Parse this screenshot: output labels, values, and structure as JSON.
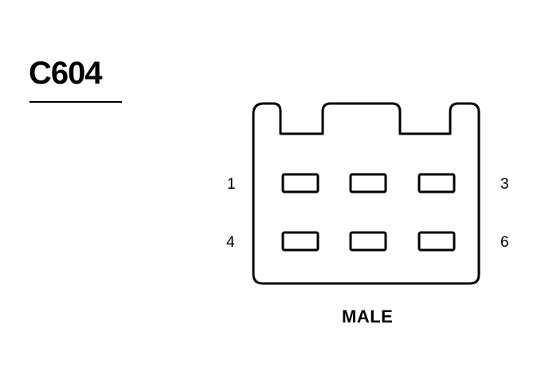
{
  "connector": {
    "id": "C604",
    "gender": "MALE",
    "pin_labels": {
      "top_left": "1",
      "top_right": "3",
      "bottom_left": "4",
      "bottom_right": "6"
    }
  }
}
